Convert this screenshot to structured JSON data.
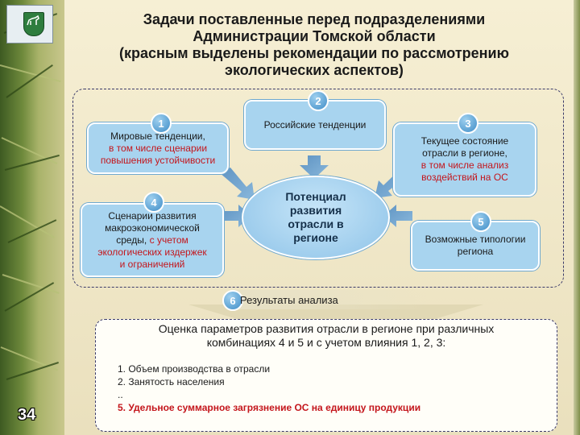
{
  "title_lines": [
    "Задачи поставленные перед подразделениями",
    "Администрации Томской области",
    "(красным выделены рекомендации по рассмотрению",
    "экологических аспектов)"
  ],
  "page_number": "34",
  "nodes": {
    "n1": {
      "badge": "1",
      "lines": [
        "Мировые тенденции,"
      ],
      "red_lines": [
        "в том числе сценарии",
        "повышения устойчивости"
      ]
    },
    "n2": {
      "badge": "2",
      "lines": [
        "Российские тенденции"
      ]
    },
    "n3": {
      "badge": "3",
      "lines": [
        "Текущее состояние",
        "отрасли в регионе,"
      ],
      "red_lines": [
        "в том числе анализ",
        "воздействий на ОС"
      ]
    },
    "n4": {
      "badge": "4",
      "lines": [
        "Сценарии развития",
        "макроэкономической",
        "среды,"
      ],
      "red_inline": "с учетом",
      "red_lines": [
        "экологических издержек",
        "и ограничений"
      ]
    },
    "n5": {
      "badge": "5",
      "lines": [
        "Возможные типологии",
        "региона"
      ]
    },
    "center": {
      "lines": [
        "Потенциал",
        "развития",
        "отрасли в",
        "регионе"
      ]
    },
    "n6": {
      "badge": "6",
      "label": "Результаты анализа"
    }
  },
  "results": {
    "heading_lines": [
      "Оценка параметров развития отрасли в регионе при различных",
      "комбинациях 4 и 5 и с учетом влияния 1, 2, 3:"
    ],
    "items": [
      "1. Объем производства в отрасли",
      "2. Занятость населения",
      "..",
      "5. Удельное суммарное загрязнение ОС на единицу продукции"
    ]
  },
  "colors": {
    "accent_red": "#c4161c",
    "box_blue": "#a8d4ef",
    "badge_blue": "#3f8dc7",
    "background": "#f6efd4"
  }
}
